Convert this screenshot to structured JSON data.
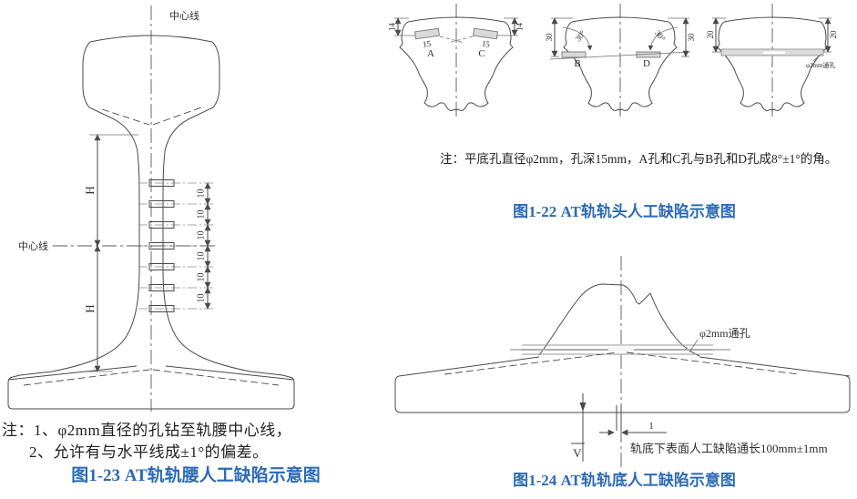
{
  "colors": {
    "caption_blue": "#2b6ab5",
    "line_gray": "#4a4a4a",
    "text_black": "#1f1f1f"
  },
  "fig_web": {
    "center_line_top": "中心线",
    "center_line_left": "中心线",
    "h_dim": "H",
    "hole_spacing_dim": "10",
    "note_line1": "注：1、φ2mm直径的孔钻至轨腰中心线，",
    "note_line2": "2、允许有与水平线成±1°的偏差。",
    "caption": "图1-23 AT轨轨腰人工缺陷示意图"
  },
  "fig_head": {
    "depth_dim_ac": "14",
    "width_dim_ac": "15",
    "hole_a": "A",
    "hole_c": "C",
    "depth_dim_bd": "30",
    "angle_dim_bd": "30°",
    "hole_b": "B",
    "hole_d": "D",
    "depth_dim_through": "20",
    "through_hole_label": "φ2mm通孔",
    "note": "注：平底孔直径φ2mm，孔深15mm，A孔和C孔与B孔和D孔成8°±1°的角。",
    "caption": "图1-22 AT轨轨头人工缺陷示意图"
  },
  "fig_base": {
    "through_hole_label": "φ2mm通孔",
    "notch_width_dim": "1",
    "depth_mark": "V",
    "defect_length_label": "轨底下表面人工缺陷通长100mm±1mm",
    "caption": "图1-24 AT轨轨底人工缺陷示意图"
  }
}
